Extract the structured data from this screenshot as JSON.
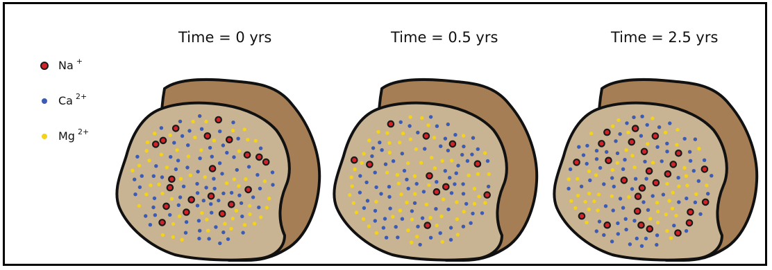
{
  "panels": [
    {
      "title": "Time = 0 yrs",
      "na_count": 20
    },
    {
      "title": "Time = 0.5 yrs",
      "na_count": 11
    },
    {
      "title": "Time = 2.5 yrs",
      "na_count": 26
    }
  ],
  "legend": [
    {
      "ion": "Na",
      "charge": "+",
      "color": "#d2232a"
    },
    {
      "ion": "Ca",
      "charge": "2+",
      "color": "#3b5bb5"
    },
    {
      "ion": "Mg",
      "charge": "2+",
      "color": "#f2d21b"
    }
  ],
  "colors": {
    "grain_face": "#c8b393",
    "grain_side": "#a57e56",
    "outline": "#111111"
  }
}
